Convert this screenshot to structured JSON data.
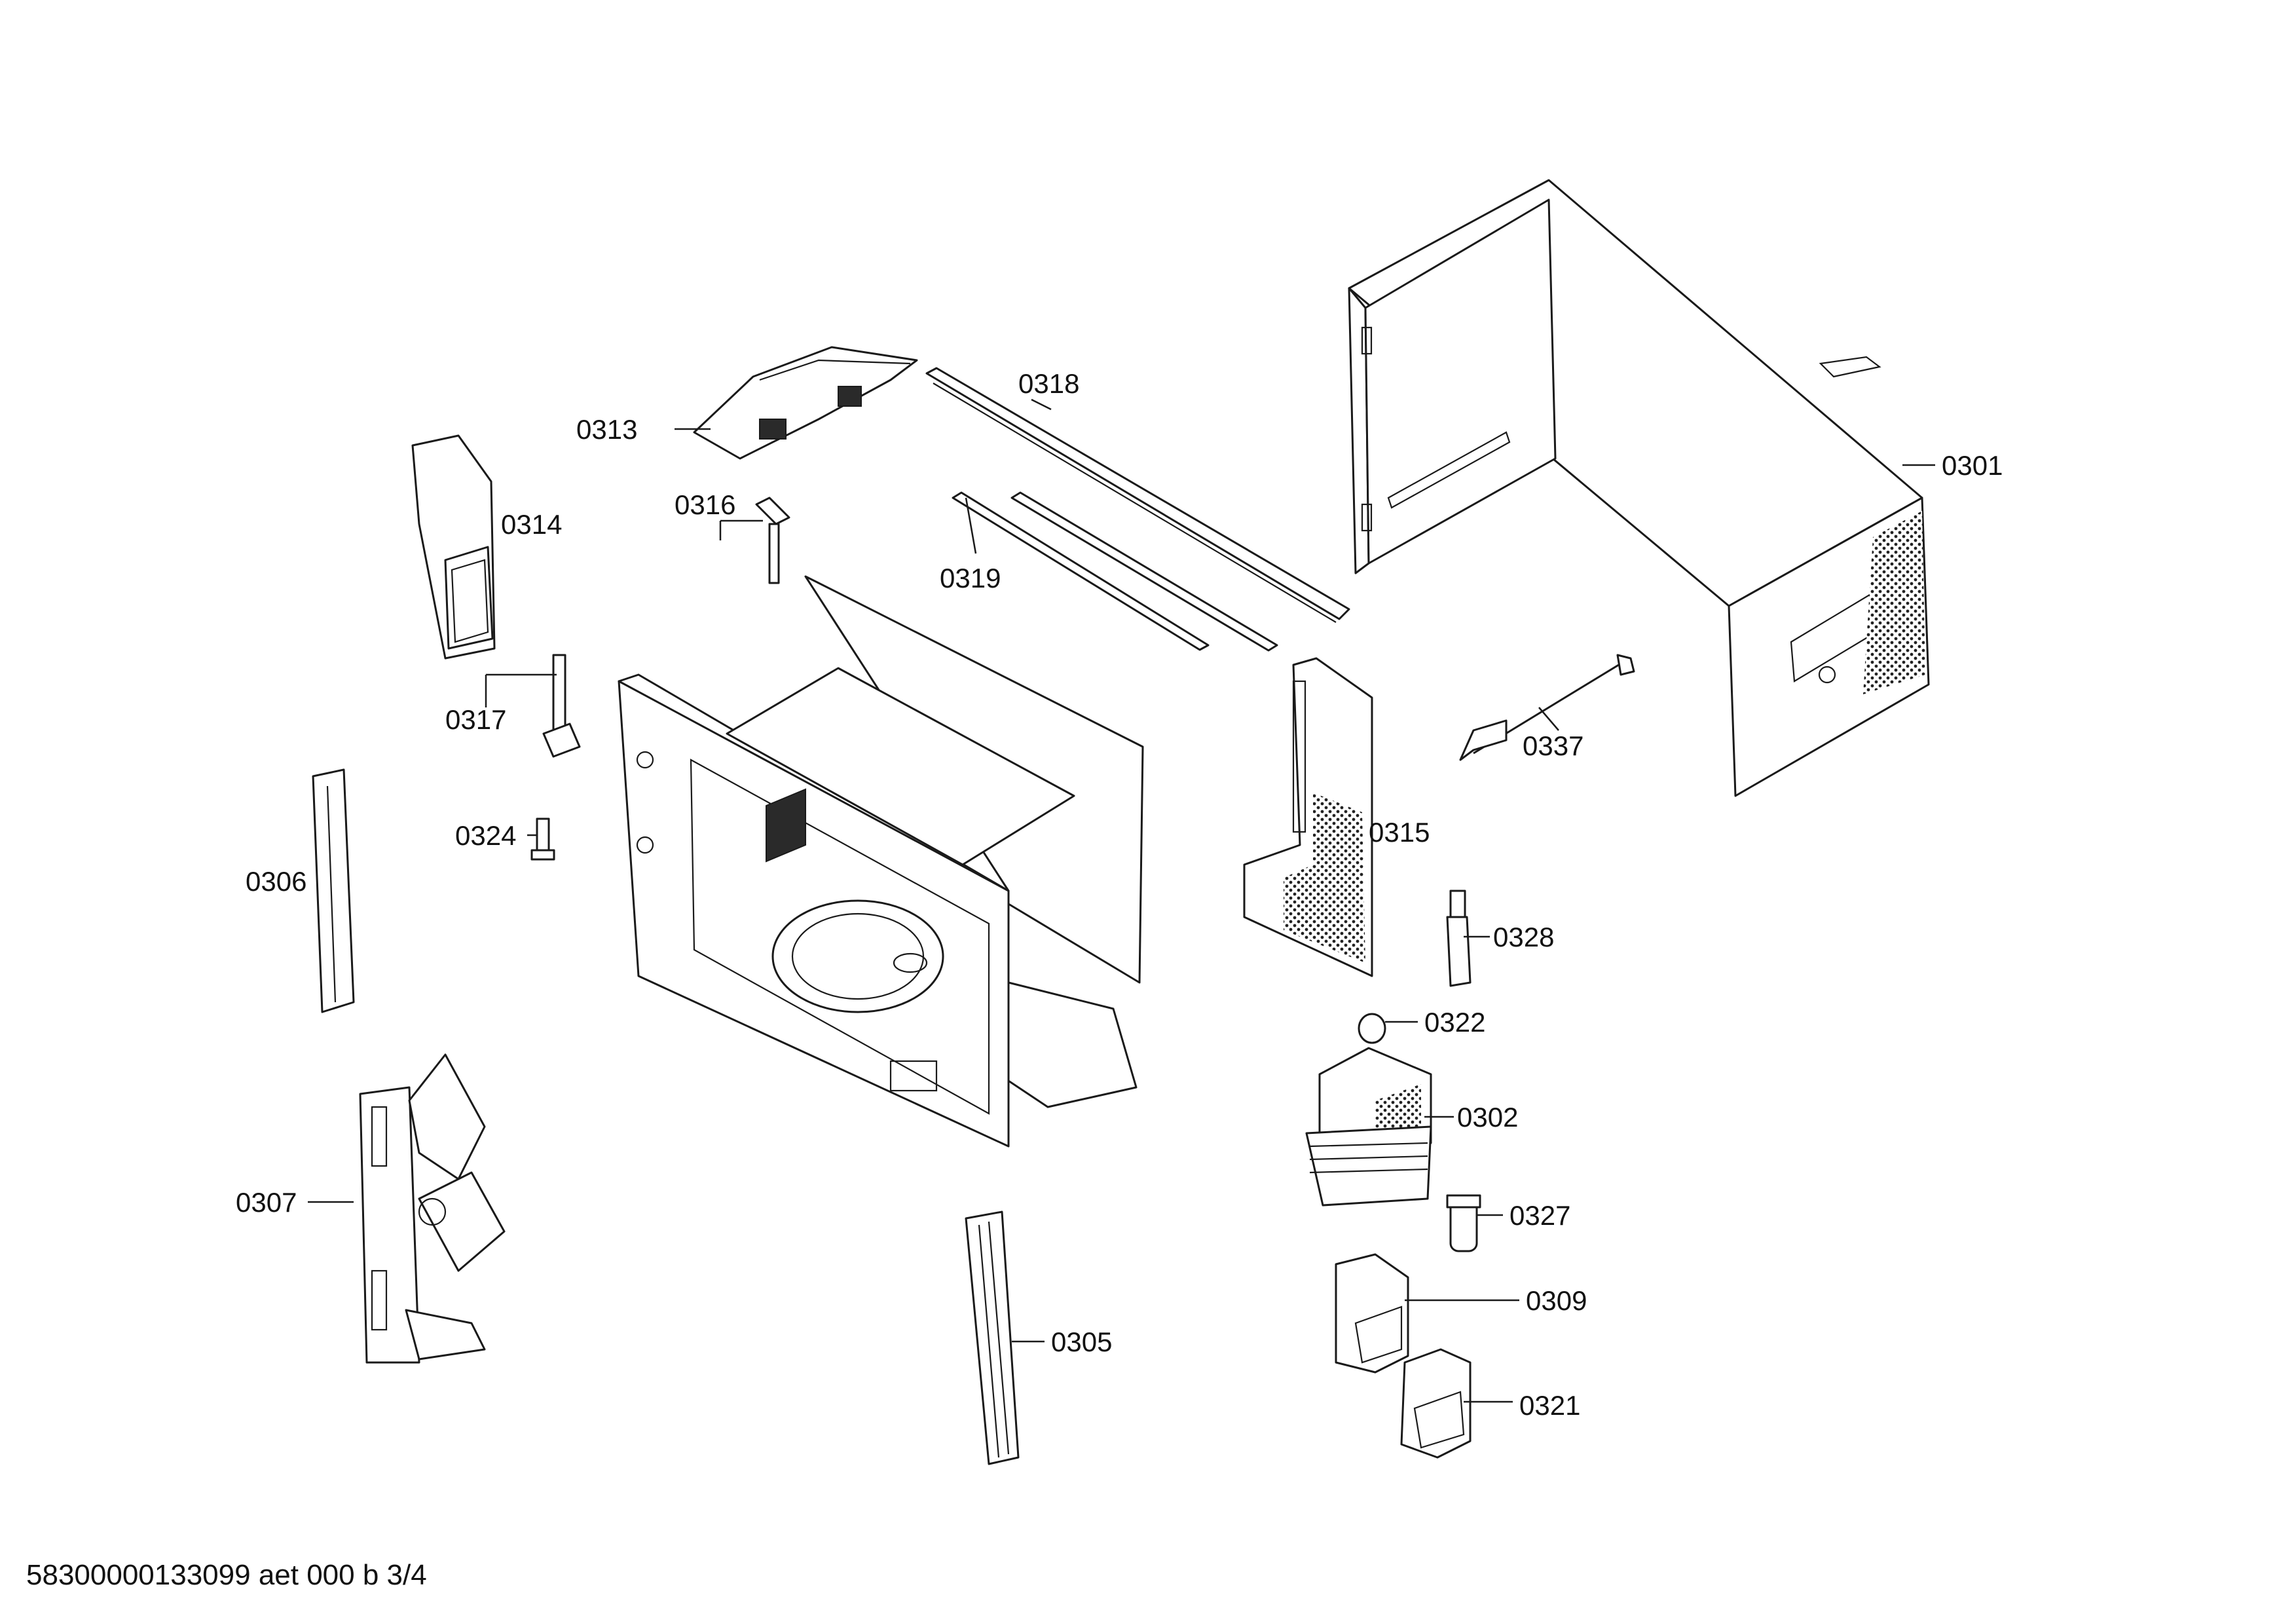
{
  "callouts": [
    {
      "id": "0301",
      "label": "0301"
    },
    {
      "id": "0302",
      "label": "0302"
    },
    {
      "id": "0305",
      "label": "0305"
    },
    {
      "id": "0306",
      "label": "0306"
    },
    {
      "id": "0307",
      "label": "0307"
    },
    {
      "id": "0309",
      "label": "0309"
    },
    {
      "id": "0313",
      "label": "0313"
    },
    {
      "id": "0314",
      "label": "0314"
    },
    {
      "id": "0315",
      "label": "0315"
    },
    {
      "id": "0316",
      "label": "0316"
    },
    {
      "id": "0317",
      "label": "0317"
    },
    {
      "id": "0318",
      "label": "0318"
    },
    {
      "id": "0319",
      "label": "0319"
    },
    {
      "id": "0321",
      "label": "0321"
    },
    {
      "id": "0322",
      "label": "0322"
    },
    {
      "id": "0324",
      "label": "0324"
    },
    {
      "id": "0327",
      "label": "0327"
    },
    {
      "id": "0328",
      "label": "0328"
    },
    {
      "id": "0337",
      "label": "0337"
    }
  ],
  "footer": {
    "document_code": "58300000133099 aet 000 b 3/4"
  }
}
